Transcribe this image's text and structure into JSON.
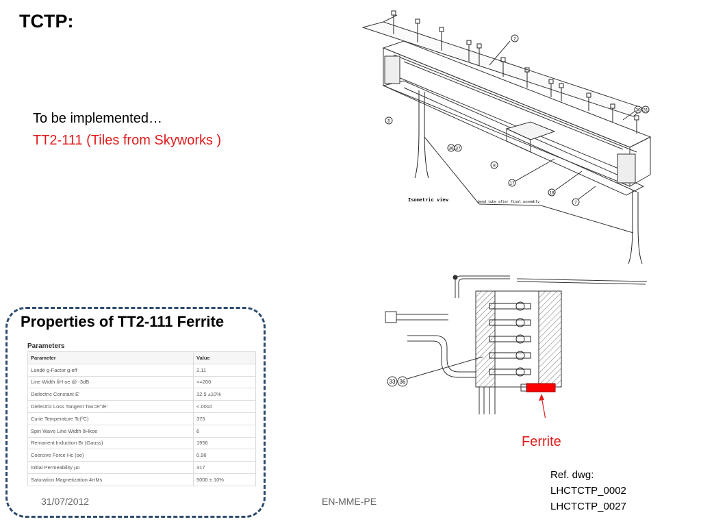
{
  "slide": {
    "title": "TCTP:",
    "note_line1": "To be implemented…",
    "note_line2": "TT2-111 (Tiles from Skyworks )",
    "properties_title": "Properties of TT2-111 Ferrite",
    "parameters_heading": "Parameters",
    "table": {
      "headers": [
        "Parameter",
        "Value"
      ],
      "rows": [
        [
          "Landé g-Factor g-eff",
          "2.11"
        ],
        [
          "Line Width δH oe @ -3dB",
          "<=200"
        ],
        [
          "Dielectric Constant E'",
          "12.5 ±10%"
        ],
        [
          "Dielectric Loss Tangent Tan=E''/E'",
          "<.0010"
        ],
        [
          "Curie Temperature Tc(ºC)",
          "375"
        ],
        [
          "Spin Wave Line Width δHkoe",
          "6"
        ],
        [
          "Remanent Induction Br (Gauss)",
          "1956"
        ],
        [
          "Coercive Force Hc (oe)",
          "0.96"
        ],
        [
          "Initial Permeability µo",
          "317"
        ],
        [
          "Saturation Magnetization 4πMs",
          "5000 ± 10%"
        ]
      ]
    },
    "ferrite_label": "Ferrite",
    "ref_line1": "Ref. dwg:",
    "ref_line2": "LHCTCTP_0002",
    "ref_line3": "LHCTCTP_0027",
    "footer_date": "31/07/2012",
    "footer_dept": "EN-MME-PE",
    "drawing_isometric": {
      "view_label": "Isometric view",
      "callout_text": "bend tube after final assembly",
      "balloons": [
        "2",
        "30",
        "31",
        "5",
        "36",
        "37",
        "8",
        "17",
        "18",
        "7"
      ]
    },
    "drawing_section": {
      "balloons": [
        "33",
        "36"
      ]
    },
    "colors": {
      "accent_red": "#e21b1b",
      "frame_blue": "#2c4a6b"
    }
  }
}
